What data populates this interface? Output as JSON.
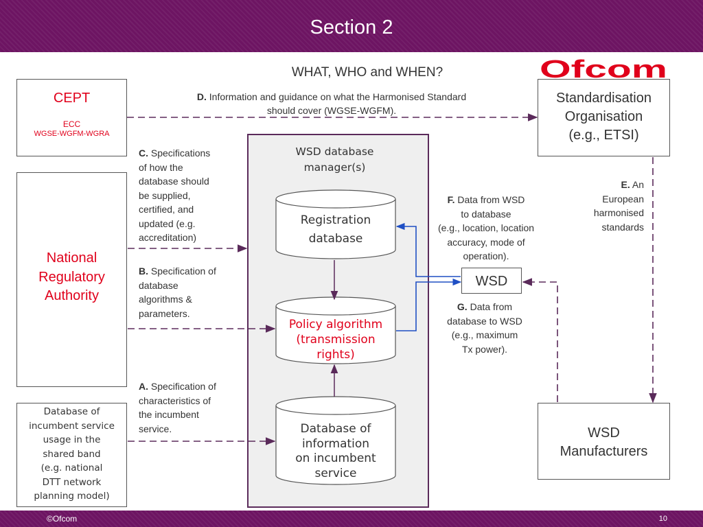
{
  "slide": {
    "title": "Section 2",
    "copyright": "©Ofcom",
    "page": "10"
  },
  "heading": "WHAT, WHO and WHEN?",
  "logo": {
    "text": "Ofcom",
    "colors": [
      "#e0001b",
      "#f29100",
      "#7ab51d",
      "#00a0c6",
      "#6d1462"
    ]
  },
  "cept": {
    "title": "CEPT",
    "sub1": "ECC",
    "sub2": "WGSE-WGFM-WGRA"
  },
  "nra": {
    "line1": "National",
    "line2": "Regulatory",
    "line3": "Authority"
  },
  "incumbent_db": {
    "lines": [
      "Database of",
      "incumbent service",
      "usage in the",
      "shared band",
      "(e.g. national",
      "DTT network",
      "planning model)"
    ]
  },
  "standardisation": {
    "line1": "Standardisation",
    "line2": "Organisation",
    "line3": "(e.g., ETSI)"
  },
  "manufacturers": {
    "line1": "WSD",
    "line2": "Manufacturers"
  },
  "wsd": {
    "label": "WSD"
  },
  "manager": {
    "line1": "WSD database",
    "line2": "manager(s)"
  },
  "cylinders": {
    "registration": {
      "line1": "Registration",
      "line2": "database"
    },
    "policy": {
      "line1": "Policy algorithm",
      "line2": "(transmission",
      "line3": "rights)"
    },
    "incumbent": {
      "line1": "Database of",
      "line2": "information",
      "line3": "on incumbent",
      "line4": "service"
    }
  },
  "notes": {
    "d": {
      "key": "D.",
      "line1": "Information and guidance on what the Harmonised Standard",
      "line2": "should cover (WGSE-WGFM)."
    },
    "c": {
      "key": "C.",
      "lines": [
        "Specifications",
        "of how the",
        "database should",
        "be supplied,",
        "certified, and",
        "updated (e.g.",
        "accreditation)"
      ]
    },
    "b": {
      "key": "B.",
      "lines": [
        "Specification of",
        "database",
        "algorithms &",
        "parameters."
      ]
    },
    "a": {
      "key": "A.",
      "lines": [
        "Specification of",
        "characteristics of",
        "the incumbent",
        "service."
      ]
    },
    "e": {
      "key": "E.",
      "lines": [
        "An",
        "European",
        "harmonised",
        "standards"
      ]
    },
    "f": {
      "key": "F.",
      "lines": [
        "Data from WSD",
        "to database",
        "(e.g., location, location",
        "accuracy, mode of",
        "operation)."
      ]
    },
    "g": {
      "key": "G.",
      "lines": [
        "Data from",
        "database to WSD",
        "(e.g., maximum",
        "Tx power)."
      ]
    }
  },
  "colors": {
    "brand_purple": "#6d1462",
    "accent_red": "#e0001b",
    "arrow_blue": "#1f4fc4",
    "panel_border": "#5a2a5a"
  }
}
